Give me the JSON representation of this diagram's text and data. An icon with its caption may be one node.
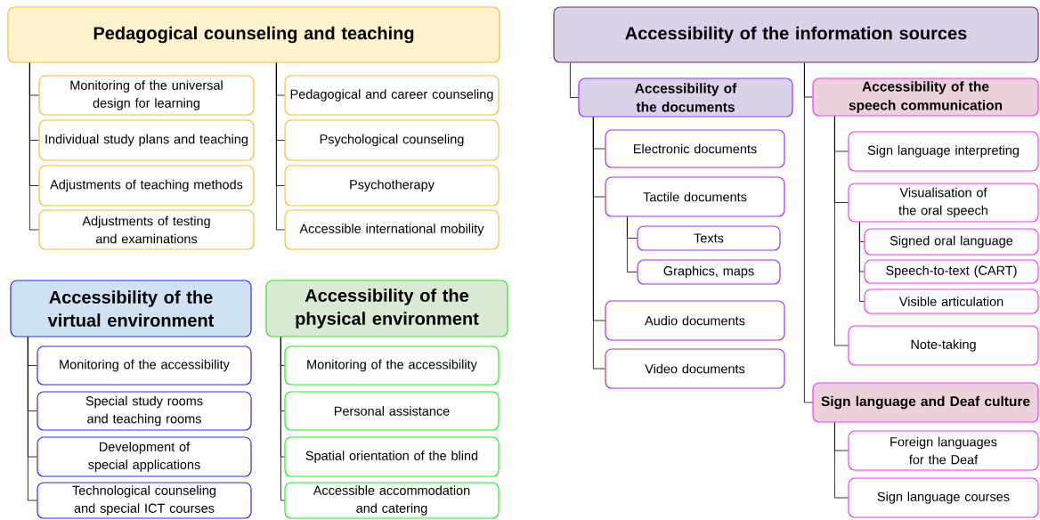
{
  "diagram": {
    "nodes": [
      {
        "text": [
          "Pedagogical counseling and teaching"
        ]
      },
      {
        "text": [
          "Monitoring of the universal design for learning"
        ]
      },
      {
        "text": [
          "Individual study plans and teaching"
        ]
      },
      {
        "text": [
          "Adjustments of teaching methods"
        ]
      },
      {
        "text": [
          "Adjustments of testing and examinations"
        ]
      },
      {
        "text": [
          "Pedagogical and career counseling"
        ]
      },
      {
        "text": [
          "Psychological counseling"
        ]
      },
      {
        "text": [
          "Psychotherapy"
        ]
      },
      {
        "text": [
          "Accessible international mobility"
        ]
      },
      {
        "text": [
          "Accessibility of the virtual environment"
        ]
      },
      {
        "text": [
          "Monitoring of the accessibility"
        ]
      },
      {
        "text": [
          "Special study rooms and teaching rooms"
        ]
      },
      {
        "text": [
          "Development of special applications"
        ]
      },
      {
        "text": [
          "Technological counseling and special ICT courses"
        ]
      },
      {
        "text": [
          "Accessibility of the physical environment"
        ]
      },
      {
        "text": [
          "Monitoring of the accessibility"
        ]
      },
      {
        "text": [
          "Personal assistance"
        ]
      },
      {
        "text": [
          "Spatial orientation of the blind"
        ]
      },
      {
        "text": [
          "Accessible accommodation and catering"
        ]
      },
      {
        "text": [
          "Accessibility of the information sources"
        ]
      },
      {
        "text": [
          "Accessibility of the documents"
        ]
      },
      {
        "text": [
          "Electronic documents"
        ]
      },
      {
        "text": [
          "Tactile documents"
        ]
      },
      {
        "text": [
          "Texts"
        ]
      },
      {
        "text": [
          "Graphics, maps"
        ]
      },
      {
        "text": [
          "Audio documents"
        ]
      },
      {
        "text": [
          "Video documents"
        ]
      },
      {
        "text": [
          "Accessibility of the speech communication"
        ]
      },
      {
        "text": [
          "Sign language interpreting"
        ]
      },
      {
        "text": [
          "Visualisation of the oral speech"
        ]
      },
      {
        "text": [
          "Signed oral language"
        ]
      },
      {
        "text": [
          "Speech-to-text (CART)"
        ]
      },
      {
        "text": [
          "Visible articulation"
        ]
      },
      {
        "text": [
          "Note-taking"
        ]
      },
      {
        "text": [
          "Sign language and Deaf culture"
        ]
      },
      {
        "text": [
          "Foreign languages for the Deaf"
        ]
      },
      {
        "text": [
          "Sign language courses"
        ]
      }
    ],
    "edges": [
      {
        "from": 0,
        "to": 1,
        "arrow": "none"
      },
      {
        "from": 0,
        "to": 2,
        "arrow": "none"
      },
      {
        "from": 0,
        "to": 3,
        "arrow": "none"
      },
      {
        "from": 0,
        "to": 4,
        "arrow": "none"
      },
      {
        "from": 0,
        "to": 5,
        "arrow": "none"
      },
      {
        "from": 0,
        "to": 6,
        "arrow": "none"
      },
      {
        "from": 0,
        "to": 7,
        "arrow": "none"
      },
      {
        "from": 0,
        "to": 8,
        "arrow": "none"
      },
      {
        "from": 9,
        "to": 10,
        "arrow": "none"
      },
      {
        "from": 9,
        "to": 11,
        "arrow": "none"
      },
      {
        "from": 9,
        "to": 12,
        "arrow": "none"
      },
      {
        "from": 9,
        "to": 13,
        "arrow": "none"
      },
      {
        "from": 14,
        "to": 15,
        "arrow": "none"
      },
      {
        "from": 14,
        "to": 16,
        "arrow": "none"
      },
      {
        "from": 14,
        "to": 17,
        "arrow": "none"
      },
      {
        "from": 14,
        "to": 18,
        "arrow": "none"
      },
      {
        "from": 19,
        "to": 20,
        "arrow": "none"
      },
      {
        "from": 19,
        "to": 27,
        "arrow": "none"
      },
      {
        "from": 19,
        "to": 34,
        "arrow": "none"
      },
      {
        "from": 20,
        "to": 21,
        "arrow": "none"
      },
      {
        "from": 20,
        "to": 22,
        "arrow": "none"
      },
      {
        "from": 20,
        "to": 25,
        "arrow": "none"
      },
      {
        "from": 20,
        "to": 26,
        "arrow": "none"
      },
      {
        "from": 22,
        "to": 23,
        "arrow": "none"
      },
      {
        "from": 22,
        "to": 24,
        "arrow": "none"
      },
      {
        "from": 27,
        "to": 28,
        "arrow": "none"
      },
      {
        "from": 27,
        "to": 29,
        "arrow": "none"
      },
      {
        "from": 27,
        "to": 33,
        "arrow": "none"
      },
      {
        "from": 29,
        "to": 30,
        "arrow": "none"
      },
      {
        "from": 29,
        "to": 31,
        "arrow": "none"
      },
      {
        "from": 29,
        "to": 32,
        "arrow": "none"
      },
      {
        "from": 34,
        "to": 35,
        "arrow": "none"
      },
      {
        "from": 34,
        "to": 36,
        "arrow": "none"
      }
    ]
  }
}
